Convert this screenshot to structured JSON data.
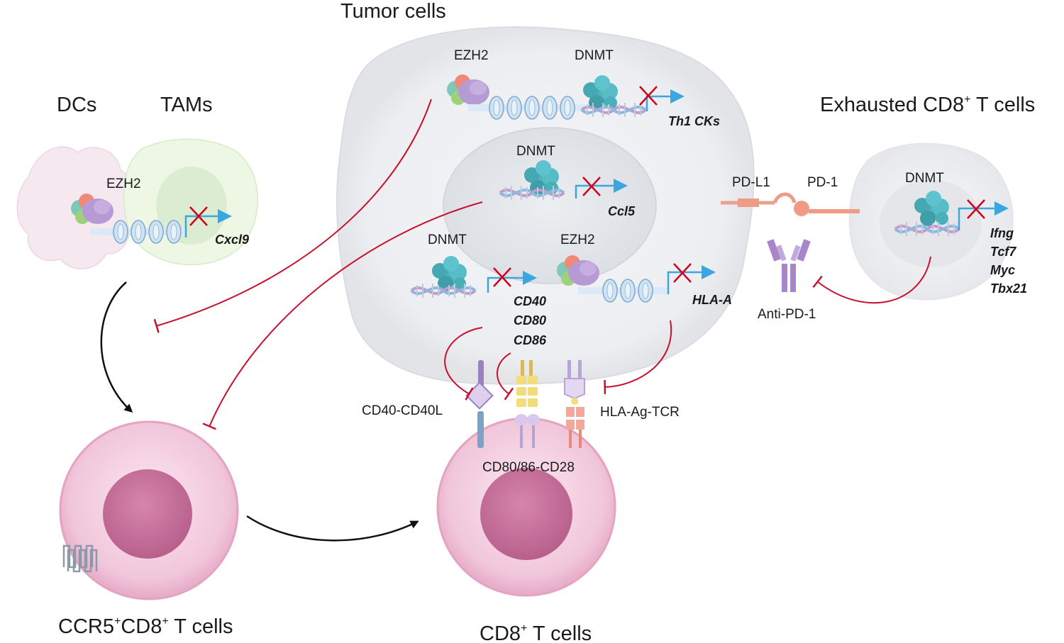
{
  "labels": {
    "tumor_cells": "Tumor cells",
    "dcs": "DCs",
    "tams": "TAMs",
    "exhausted_prefix": "Exhausted CD8",
    "exhausted_suffix": " T cells",
    "ccr5_prefix": "CCR5",
    "ccr5_mid": "CD8",
    "ccr5_suffix": " T cells",
    "cd8_prefix": "CD8",
    "cd8_suffix": " T cells",
    "superscript_plus": "+"
  },
  "enzymes": {
    "ezh2": "EZH2",
    "dnmt": "DNMT"
  },
  "genes": {
    "th1": "Th1 CKs",
    "ccl5": "Ccl5",
    "cxcl9": "Cxcl9",
    "cd40": "CD40",
    "cd80": "CD80",
    "cd86": "CD86",
    "hla": "HLA-A",
    "ifng": "Ifng",
    "tcf7": "Tcf7",
    "myc": "Myc",
    "tbx21": "Tbx21"
  },
  "interactions": {
    "pdl1": "PD-L1",
    "pd1": "PD-1",
    "anti_pd1": "Anti-PD-1",
    "cd40_cd40l": "CD40-CD40L",
    "cd80_86_cd28": "CD80/86-CD28",
    "hla_ag_tcr": "HLA-Ag-TCR"
  },
  "colors": {
    "inhibition": "#c8102e",
    "activation": "#111111",
    "promoter_arrow": "#3aa7e0",
    "tcell_body": "#f2c9dd",
    "tcell_nucleus": "#c5709b",
    "dnmt": "#4fb3bd",
    "ezh2": "#b69ad4"
  }
}
